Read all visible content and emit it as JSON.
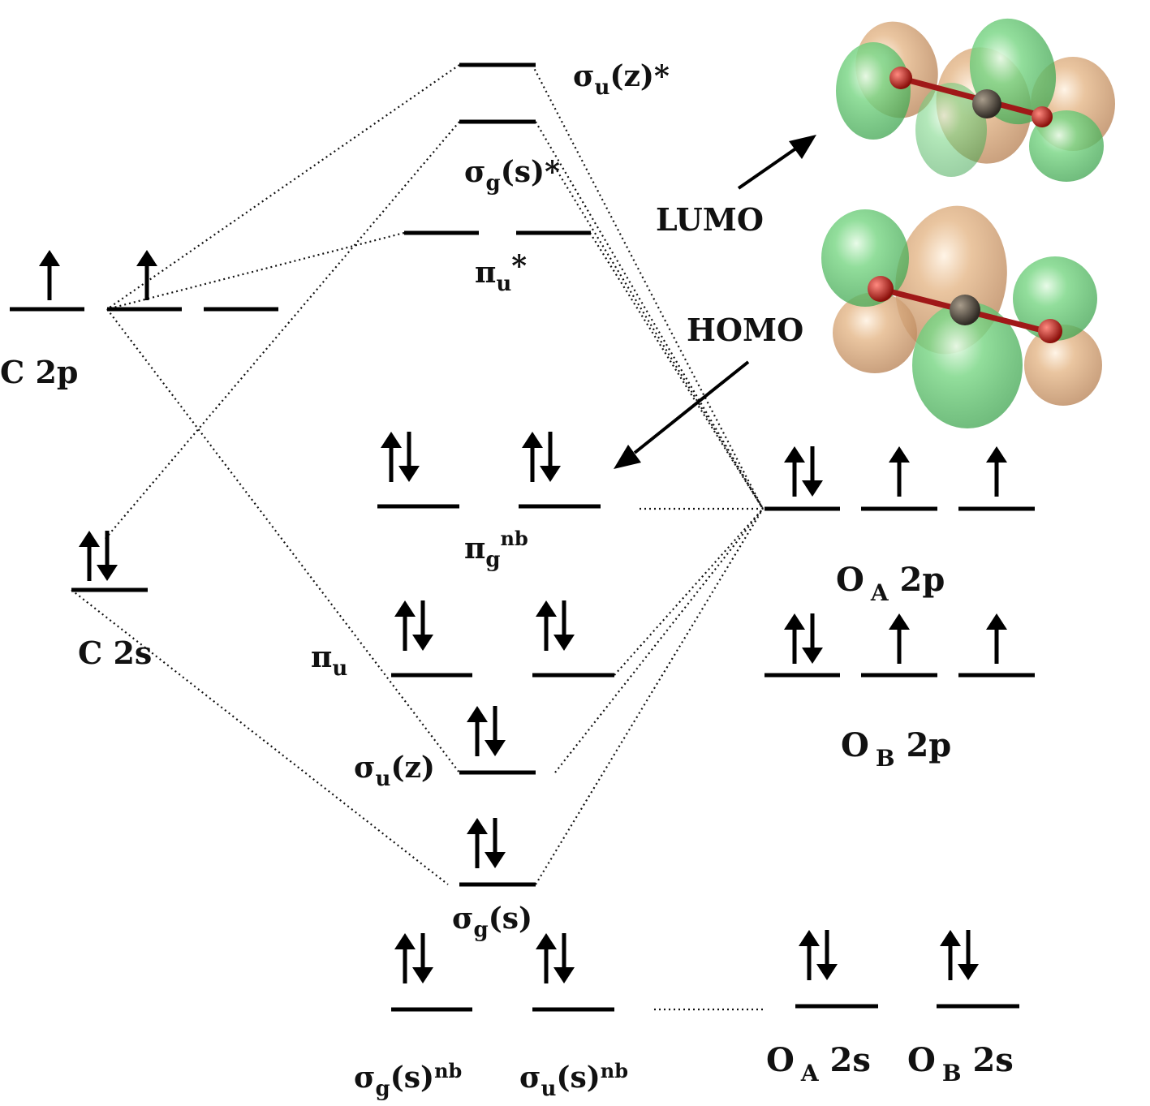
{
  "labels": {
    "c2p": "C 2p",
    "c2s": "C 2s",
    "oa2p": {
      "main": "O",
      "sub": "A",
      "tail": " 2p"
    },
    "ob2p": {
      "main": "O",
      "sub": "B",
      "tail": " 2p"
    },
    "oa2s": {
      "main": "O",
      "sub": "A",
      "tail": " 2s"
    },
    "ob2s": {
      "main": "O",
      "sub": "B",
      "tail": " 2s"
    },
    "sigma_uz_star": {
      "main": "σ",
      "sub": "u",
      "tail": "(z)*"
    },
    "sigma_gs_star": {
      "main": "σ",
      "sub": "g",
      "tail": "(s)*"
    },
    "pi_u_star": {
      "main": "π",
      "sub": "u",
      "tail": "*"
    },
    "pi_g_nb": {
      "main": "π",
      "sub": "g",
      "sup": "nb"
    },
    "pi_u": {
      "main": "π",
      "sub": "u"
    },
    "sigma_uz": {
      "main": "σ",
      "sub": "u",
      "tail": "(z)"
    },
    "sigma_gs": {
      "main": "σ",
      "sub": "g",
      "tail": "(s)"
    },
    "sigma_gs_nb": {
      "main": "σ",
      "sub": "g",
      "tail": "(s)",
      "sup": "nb"
    },
    "sigma_us_nb": {
      "main": "σ",
      "sub": "u",
      "tail": "(s)",
      "sup": "nb"
    },
    "lumo": "LUMO",
    "homo": "HOMO"
  },
  "colors": {
    "lobe_green": "#5ec46a",
    "lobe_tan": "#d9a77a",
    "atom_red": "#c0221a",
    "atom_gray": "#5a5248"
  },
  "molecules": {
    "lumo_render": "LUMO orbital isosurface",
    "homo_render": "HOMO orbital isosurface"
  }
}
